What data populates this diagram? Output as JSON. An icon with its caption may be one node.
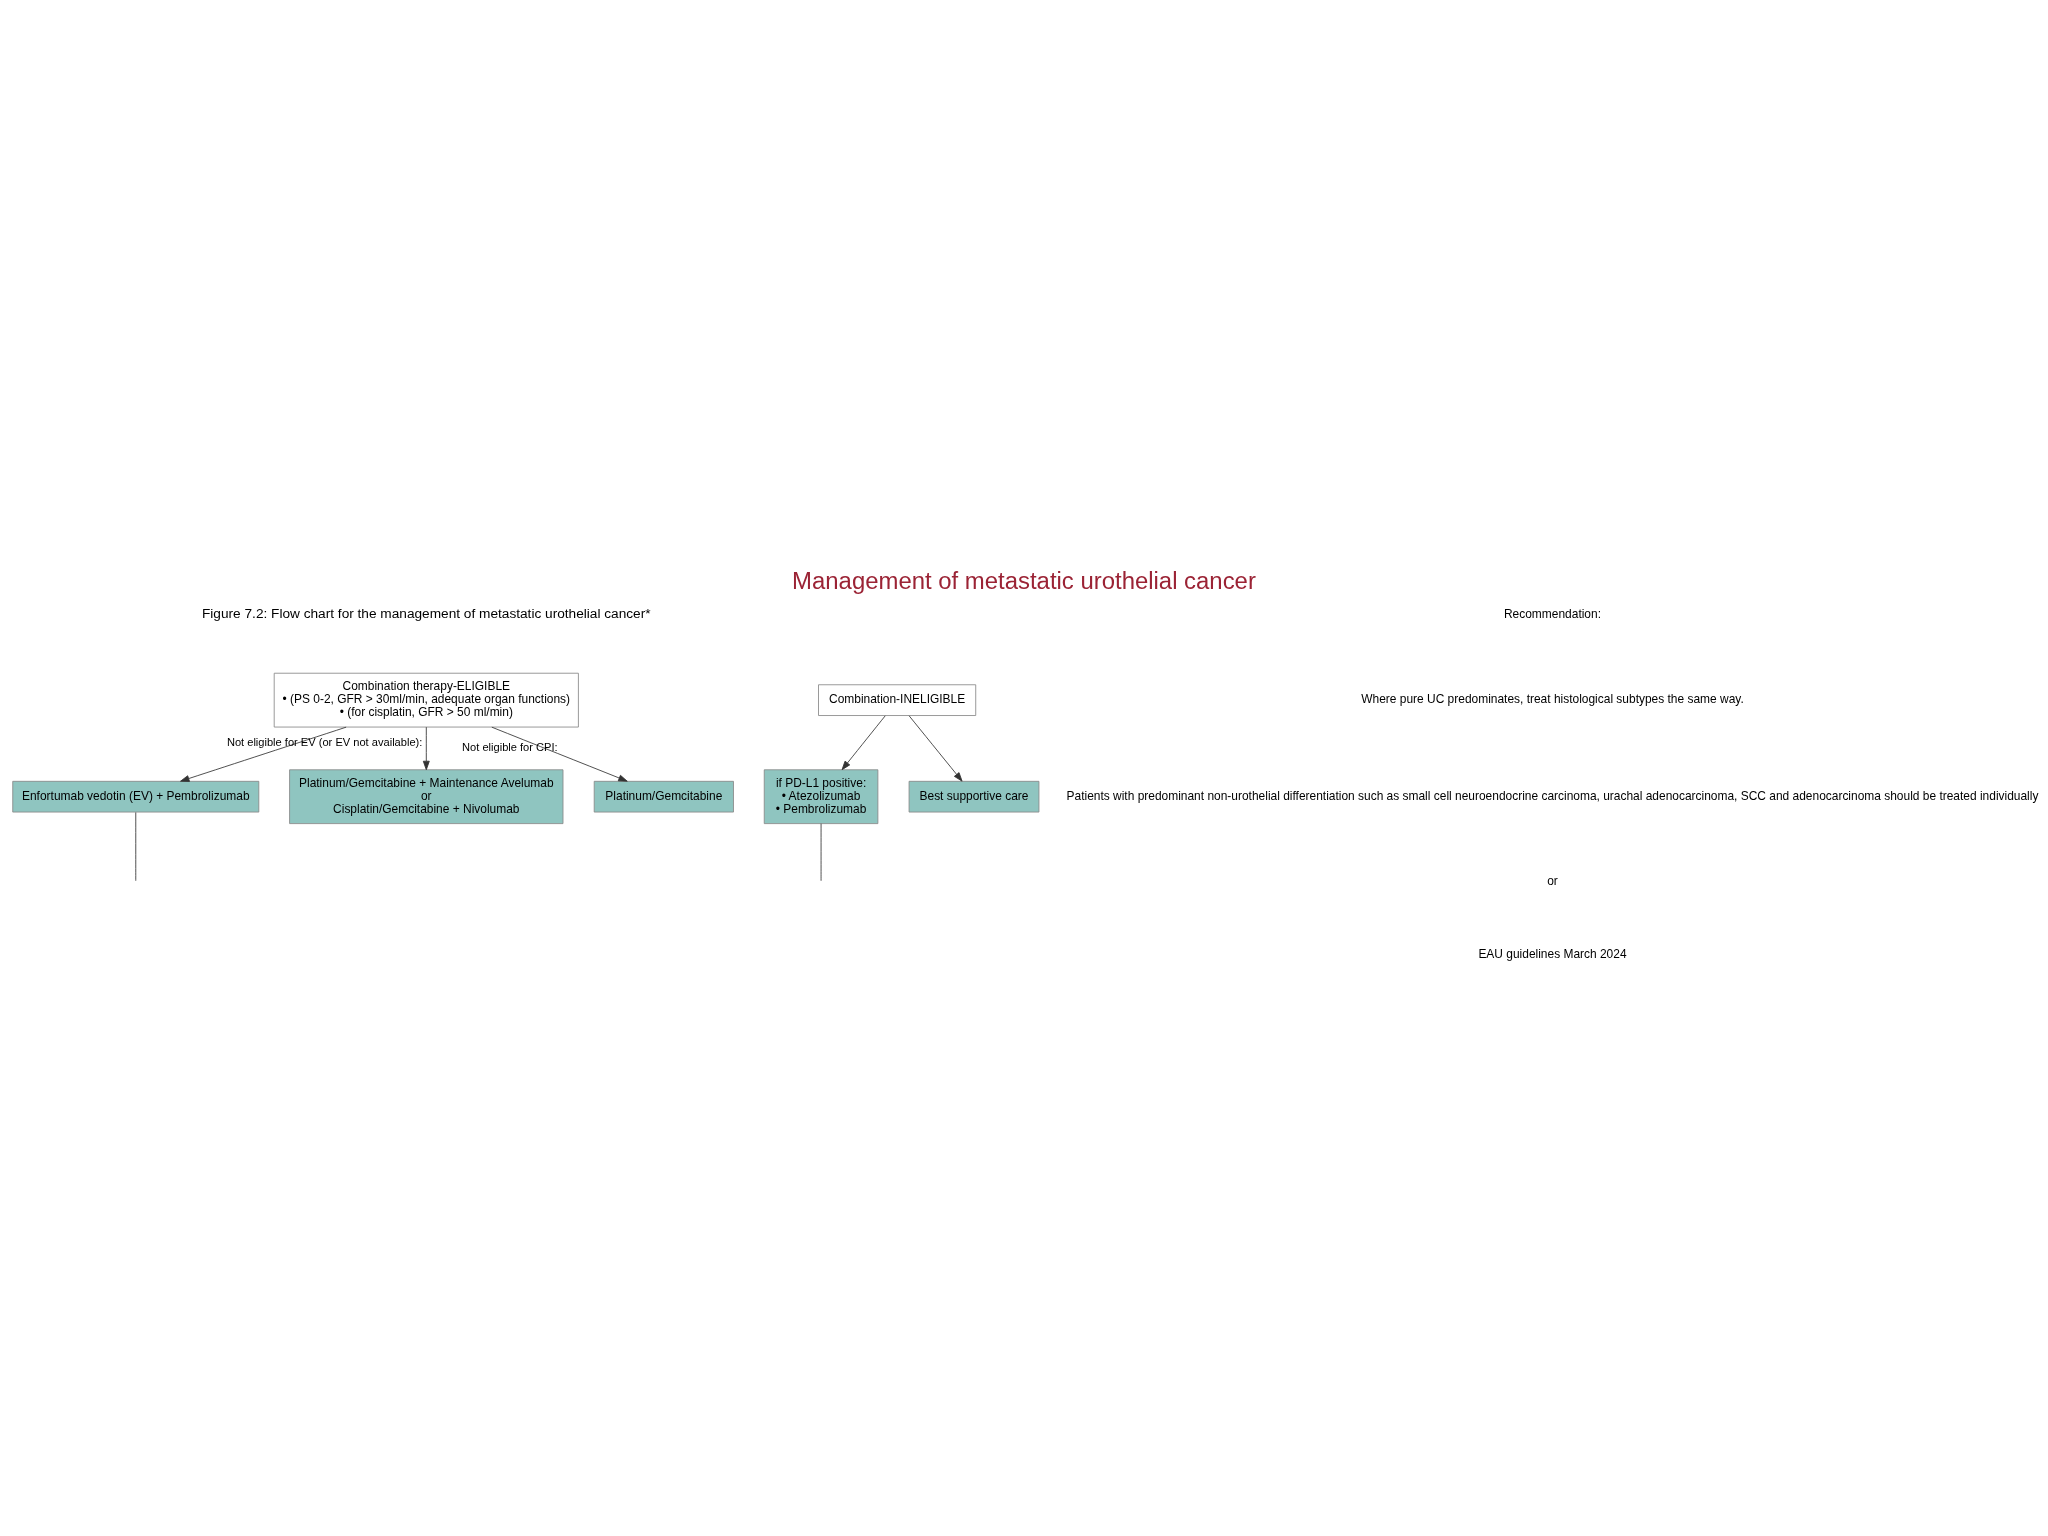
{
  "diagram": {
    "title": "Management of metastatic urothelial cancer",
    "nodes": [
      {
        "text": [
          "Combination therapy-ELIGIBLE",
          "• (PS 0-2, GFR > 30ml/min, adequate organ functions)",
          "• (for cisplatin, GFR > 50 ml/min)"
        ]
      },
      {
        "text": [
          "Combination-INELIGIBLE"
        ]
      },
      {
        "text": [
          "Enfortumab vedotin (EV) + Pembrolizumab"
        ]
      },
      {
        "text": [
          "Platinum/Gemcitabine + Maintenance Avelumab",
          "or",
          "Cisplatin/Gemcitabine + Nivolumab"
        ]
      },
      {
        "text": [
          "Platinum/Gemcitabine"
        ]
      },
      {
        "text": [
          "if PD-L1 positive:",
          "• Atezolizumab",
          "• Pembrolizumab"
        ]
      },
      {
        "text": [
          "Best supportive care"
        ]
      }
    ],
    "edges": [
      {
        "from": 0,
        "to": 2,
        "arrow": "to"
      },
      {
        "from": 0,
        "to": 3,
        "arrow": "to",
        "label": "Not eligible for EV (or EV not available):"
      },
      {
        "from": 0,
        "to": 4,
        "arrow": "to",
        "label": "Not eligible for CPI:"
      },
      {
        "from": 1,
        "to": 5,
        "arrow": "to"
      },
      {
        "from": 1,
        "to": 6,
        "arrow": "to"
      },
      {
        "from": 2,
        "to": null,
        "arrow": "none"
      },
      {
        "from": 5,
        "to": null,
        "arrow": "none"
      }
    ],
    "labels": [
      "Figure 7.2: Flow chart for the management of metastatic urothelial cancer*",
      "Recommendation:",
      "Where pure UC predominates, treat histological subtypes the same way.",
      "Patients with predominant non-urothelial differentiation such as small cell neuroendocrine carcinoma, urachal adenocarcinoma, SCC and adenocarcinoma should be treated individually",
      "or",
      "EAU guidelines March 2024"
    ]
  }
}
